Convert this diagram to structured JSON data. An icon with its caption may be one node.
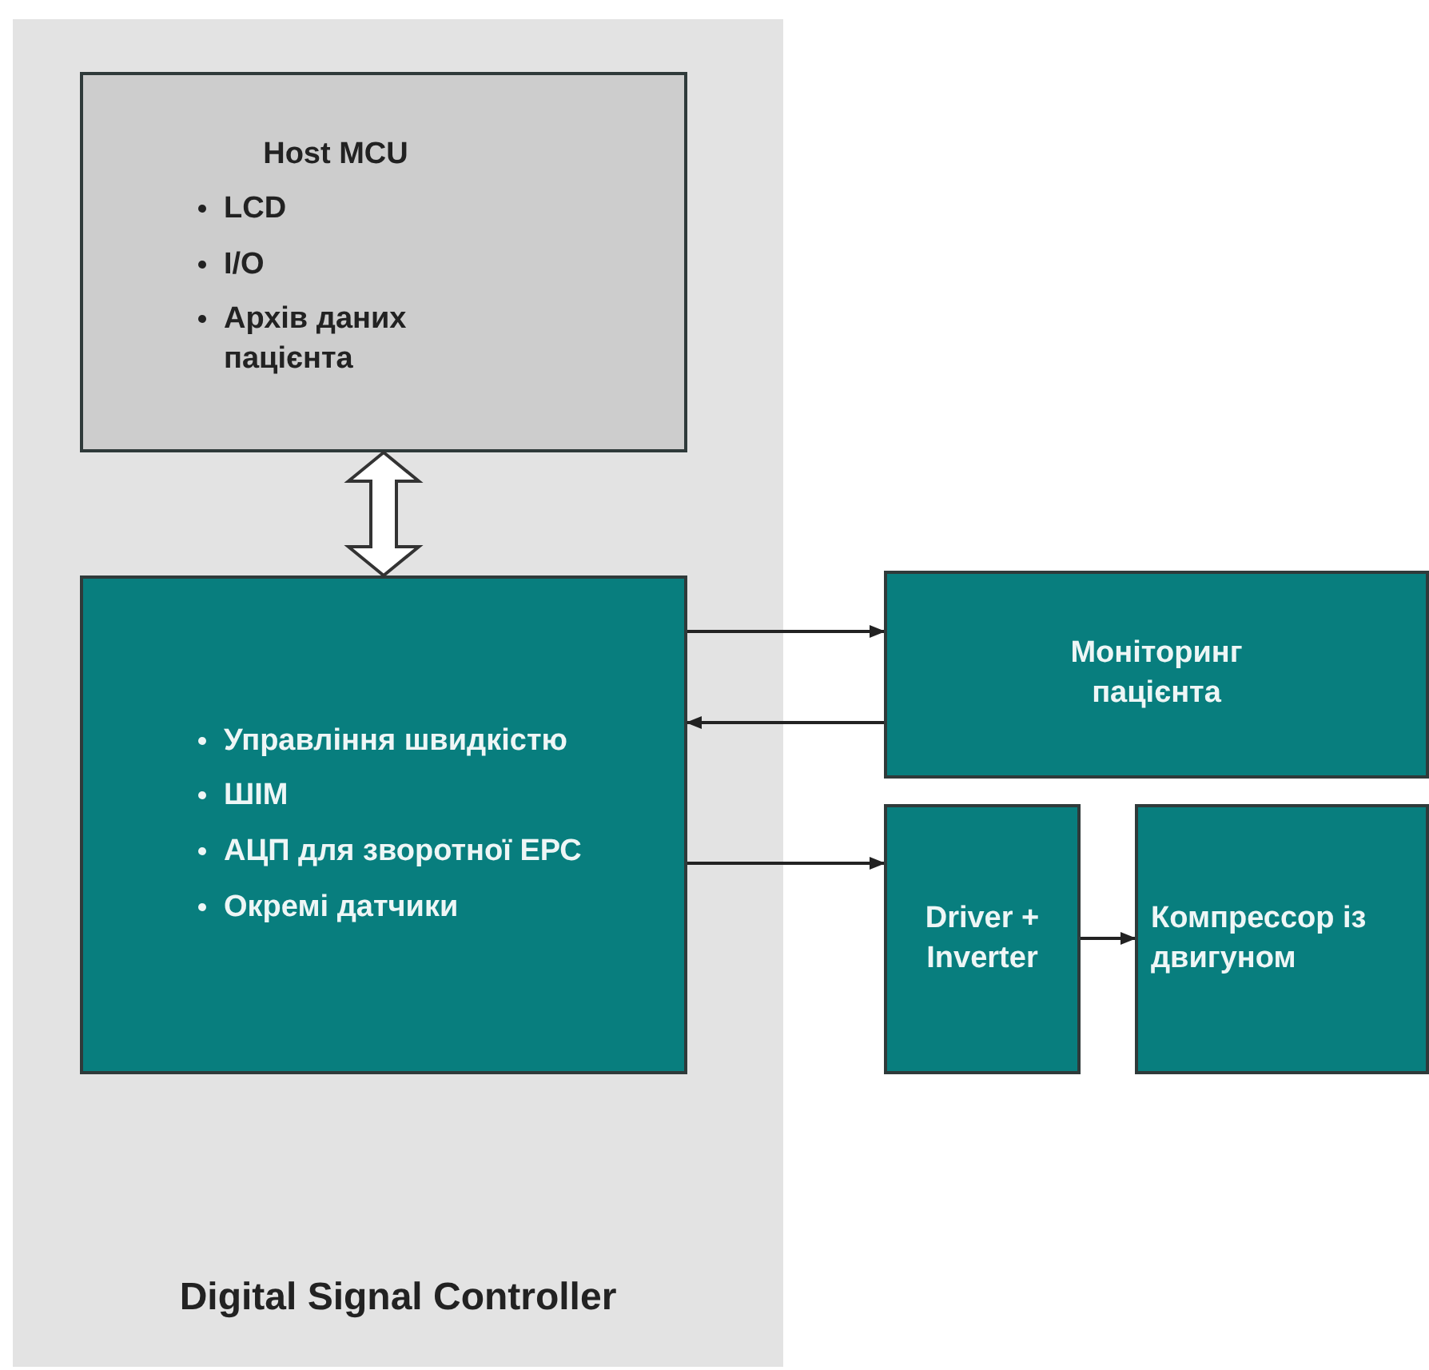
{
  "diagram": {
    "nodes": [
      {
        "text": [
          "Digital Signal Controller"
        ]
      },
      {
        "text": [
          "Host MCU",
          "LCD",
          "I/O",
          "Архів даних пацієнта"
        ],
        "in": 0
      },
      {
        "text": [
          "Управління швидкістю",
          "ШІМ",
          "АЦП для зворотної ЕРС",
          "Окремі датчики"
        ],
        "in": 0
      },
      {
        "text": [
          "Моніторинг пацієнта"
        ]
      },
      {
        "text": [
          "Driver + Inverter"
        ]
      },
      {
        "text": [
          "Компрессор із двигуном"
        ]
      }
    ],
    "edges": [
      {
        "from": 1,
        "to": 2,
        "arrow": "both",
        "style": "thick"
      },
      {
        "from": 2,
        "to": 3,
        "arrow": "to"
      },
      {
        "from": 3,
        "to": 2,
        "arrow": "to"
      },
      {
        "from": 2,
        "to": 4,
        "arrow": "to"
      },
      {
        "from": 4,
        "to": 5,
        "arrow": "to"
      }
    ]
  }
}
